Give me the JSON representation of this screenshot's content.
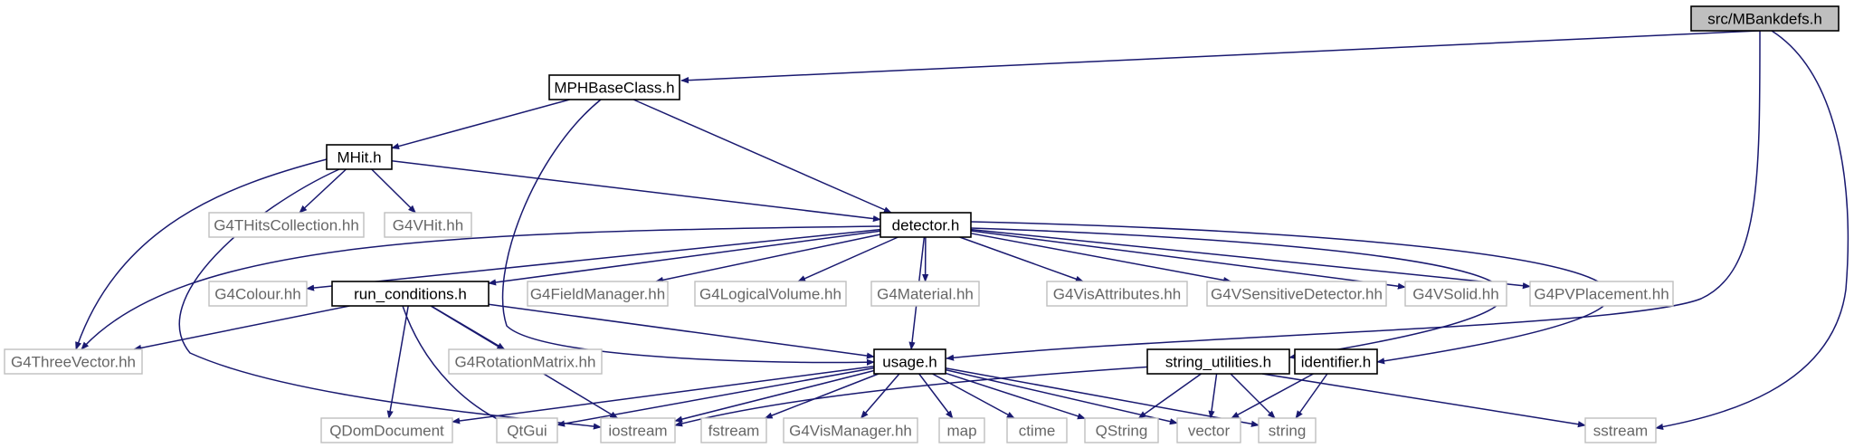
{
  "graph": {
    "title": "src/MBankdefs.h",
    "colors": {
      "edge": "#191970",
      "root_fill": "#bfbfbf",
      "ext_border": "#bfbfbf",
      "ext_text": "#666666"
    },
    "nodes": [
      {
        "id": "mbankdefs",
        "label": "src/MBankdefs.h",
        "kind": "root"
      },
      {
        "id": "mphbaseclass",
        "label": "MPHBaseClass.h",
        "kind": "local"
      },
      {
        "id": "mhit",
        "label": "MHit.h",
        "kind": "local"
      },
      {
        "id": "detector",
        "label": "detector.h",
        "kind": "local"
      },
      {
        "id": "run_conditions",
        "label": "run_conditions.h",
        "kind": "local"
      },
      {
        "id": "usage",
        "label": "usage.h",
        "kind": "local"
      },
      {
        "id": "string_utilities",
        "label": "string_utilities.h",
        "kind": "local"
      },
      {
        "id": "identifier",
        "label": "identifier.h",
        "kind": "local"
      },
      {
        "id": "g4thitscollection",
        "label": "G4THitsCollection.hh",
        "kind": "external"
      },
      {
        "id": "g4vhit",
        "label": "G4VHit.hh",
        "kind": "external"
      },
      {
        "id": "g4colour",
        "label": "G4Colour.hh",
        "kind": "external"
      },
      {
        "id": "g4fieldmanager",
        "label": "G4FieldManager.hh",
        "kind": "external"
      },
      {
        "id": "g4logicalvolume",
        "label": "G4LogicalVolume.hh",
        "kind": "external"
      },
      {
        "id": "g4material",
        "label": "G4Material.hh",
        "kind": "external"
      },
      {
        "id": "g4visattributes",
        "label": "G4VisAttributes.hh",
        "kind": "external"
      },
      {
        "id": "g4vsensitivedetector",
        "label": "G4VSensitiveDetector.hh",
        "kind": "external"
      },
      {
        "id": "g4vsolid",
        "label": "G4VSolid.hh",
        "kind": "external"
      },
      {
        "id": "g4pvplacement",
        "label": "G4PVPlacement.hh",
        "kind": "external"
      },
      {
        "id": "g4threevector",
        "label": "G4ThreeVector.hh",
        "kind": "external"
      },
      {
        "id": "g4rotationmatrix",
        "label": "G4RotationMatrix.hh",
        "kind": "external"
      },
      {
        "id": "qdomdocument",
        "label": "QDomDocument",
        "kind": "external"
      },
      {
        "id": "qtgui",
        "label": "QtGui",
        "kind": "external"
      },
      {
        "id": "iostream",
        "label": "iostream",
        "kind": "external"
      },
      {
        "id": "fstream",
        "label": "fstream",
        "kind": "external"
      },
      {
        "id": "g4vismanager",
        "label": "G4VisManager.hh",
        "kind": "external"
      },
      {
        "id": "map",
        "label": "map",
        "kind": "external"
      },
      {
        "id": "ctime",
        "label": "ctime",
        "kind": "external"
      },
      {
        "id": "qstring",
        "label": "QString",
        "kind": "external"
      },
      {
        "id": "vector",
        "label": "vector",
        "kind": "external"
      },
      {
        "id": "string",
        "label": "string",
        "kind": "external"
      },
      {
        "id": "sstream",
        "label": "sstream",
        "kind": "external"
      }
    ],
    "edges": [
      [
        "mbankdefs",
        "mphbaseclass"
      ],
      [
        "mbankdefs",
        "usage"
      ],
      [
        "mbankdefs",
        "sstream"
      ],
      [
        "mphbaseclass",
        "mhit"
      ],
      [
        "mphbaseclass",
        "detector"
      ],
      [
        "mphbaseclass",
        "usage"
      ],
      [
        "mhit",
        "g4thitscollection"
      ],
      [
        "mhit",
        "g4vhit"
      ],
      [
        "mhit",
        "detector"
      ],
      [
        "mhit",
        "g4threevector"
      ],
      [
        "mhit",
        "iostream"
      ],
      [
        "detector",
        "g4colour"
      ],
      [
        "detector",
        "run_conditions"
      ],
      [
        "detector",
        "g4fieldmanager"
      ],
      [
        "detector",
        "g4logicalvolume"
      ],
      [
        "detector",
        "g4material"
      ],
      [
        "detector",
        "g4visattributes"
      ],
      [
        "detector",
        "g4vsensitivedetector"
      ],
      [
        "detector",
        "g4vsolid"
      ],
      [
        "detector",
        "g4pvplacement"
      ],
      [
        "detector",
        "g4threevector"
      ],
      [
        "detector",
        "usage"
      ],
      [
        "detector",
        "string_utilities"
      ],
      [
        "detector",
        "identifier"
      ],
      [
        "run_conditions",
        "g4threevector"
      ],
      [
        "run_conditions",
        "g4rotationmatrix"
      ],
      [
        "run_conditions",
        "usage"
      ],
      [
        "run_conditions",
        "qdomdocument"
      ],
      [
        "run_conditions",
        "qtgui"
      ],
      [
        "run_conditions",
        "iostream"
      ],
      [
        "usage",
        "qdomdocument"
      ],
      [
        "usage",
        "qtgui"
      ],
      [
        "usage",
        "iostream"
      ],
      [
        "usage",
        "fstream"
      ],
      [
        "usage",
        "g4vismanager"
      ],
      [
        "usage",
        "map"
      ],
      [
        "usage",
        "ctime"
      ],
      [
        "usage",
        "qstring"
      ],
      [
        "usage",
        "vector"
      ],
      [
        "usage",
        "string"
      ],
      [
        "string_utilities",
        "iostream"
      ],
      [
        "string_utilities",
        "qstring"
      ],
      [
        "string_utilities",
        "vector"
      ],
      [
        "string_utilities",
        "string"
      ],
      [
        "string_utilities",
        "sstream"
      ],
      [
        "identifier",
        "vector"
      ],
      [
        "identifier",
        "string"
      ]
    ]
  }
}
